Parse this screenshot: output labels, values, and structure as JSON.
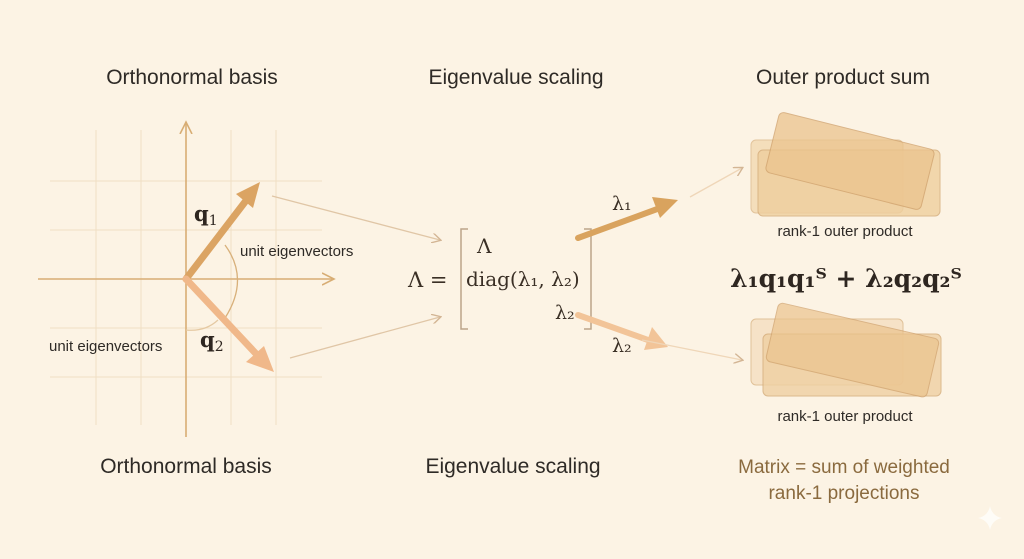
{
  "titles": {
    "top_left": "Orthonormal basis",
    "top_center": "Eigenvalue scaling",
    "top_right": "Outer product sum",
    "bottom_left": "Orthonormal basis",
    "bottom_center": "Eigenvalue scaling"
  },
  "basis": {
    "q1": "q",
    "q1_sub": "1",
    "q2": "q",
    "q2_sub": "2",
    "label_right": "unit eigenvectors",
    "label_left": "unit eigenvectors"
  },
  "matrix": {
    "lhs": "Λ =",
    "row1": "Λ",
    "row2": "diag(λ₁, λ₂)",
    "row3": "λ₂"
  },
  "scaling": {
    "lambda1": "λ₁",
    "lambda2": "λ₂"
  },
  "outer": {
    "top_label": "rank-1 outer product",
    "bottom_label": "rank-1 outer product",
    "formula": "λ₁q₁q₁ᵀ + λ₂q₂q₂ᵀ"
  },
  "caption": {
    "line1": "Matrix = sum of weighted",
    "line2": "rank-1 projections"
  },
  "colors": {
    "background": "#fcf3e4",
    "accent": "#d9a15a",
    "accent_light": "#f0b98a",
    "grid": "#efdcc0",
    "caption": "#8a6a3e"
  }
}
